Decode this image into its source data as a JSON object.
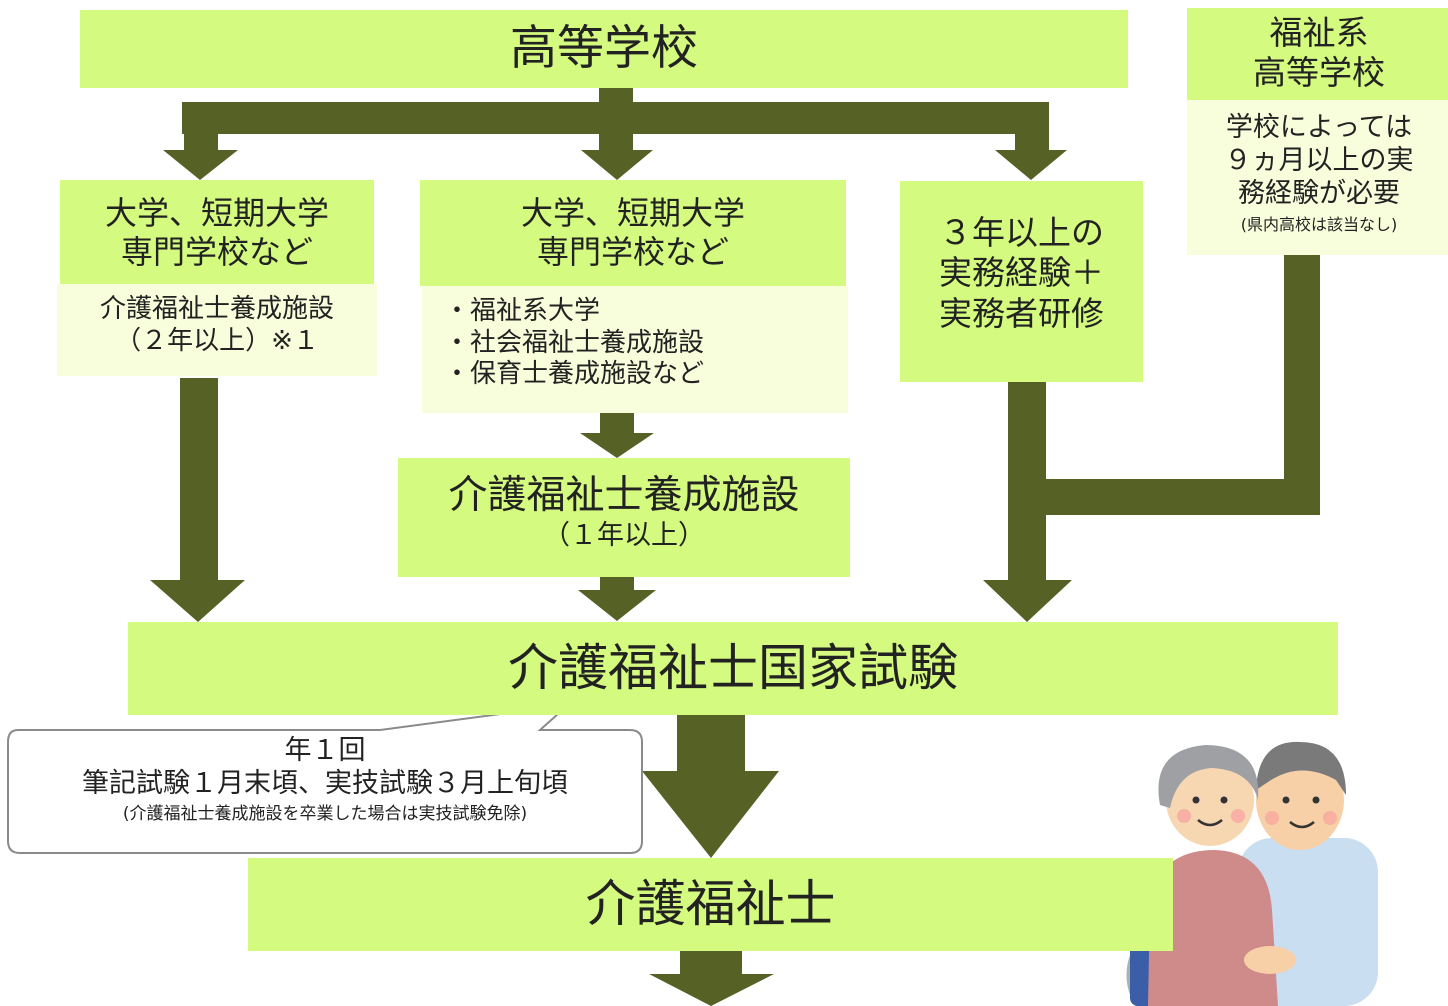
{
  "nodes": {
    "high_school": "高等学校",
    "welfare_hs": {
      "title": [
        "福祉系",
        "高等学校"
      ],
      "note": [
        "学校によっては",
        "９ヵ月以上の実",
        "務経験が必要"
      ],
      "small": "(県内高校は該当なし)"
    },
    "univ_left": {
      "title": [
        "大学、短期大学",
        "専門学校など"
      ],
      "note": [
        "介護福祉士養成施設",
        "（２年以上）※１"
      ]
    },
    "univ_mid": {
      "title": [
        "大学、短期大学",
        "専門学校など"
      ],
      "items": [
        "・福祉系大学",
        "・社会福祉士養成施設",
        "・保育士養成施設など"
      ]
    },
    "experience": [
      "３年以上の",
      "実務経験＋",
      "実務者研修"
    ],
    "training_facility": {
      "title": "介護福祉士養成施設",
      "sub": "（１年以上）"
    },
    "exam": "介護福祉士国家試験",
    "certified": "介護福祉士"
  },
  "callout": {
    "line1": "年１回",
    "line2": "筆記試験１月末頃、実技試験３月上旬頃",
    "line3": "(介護福祉士養成施設を卒業した場合は実技試験免除)"
  },
  "colors": {
    "box": "#d4fb7f",
    "note_box": "#f8fedb",
    "arrow": "#566125"
  }
}
